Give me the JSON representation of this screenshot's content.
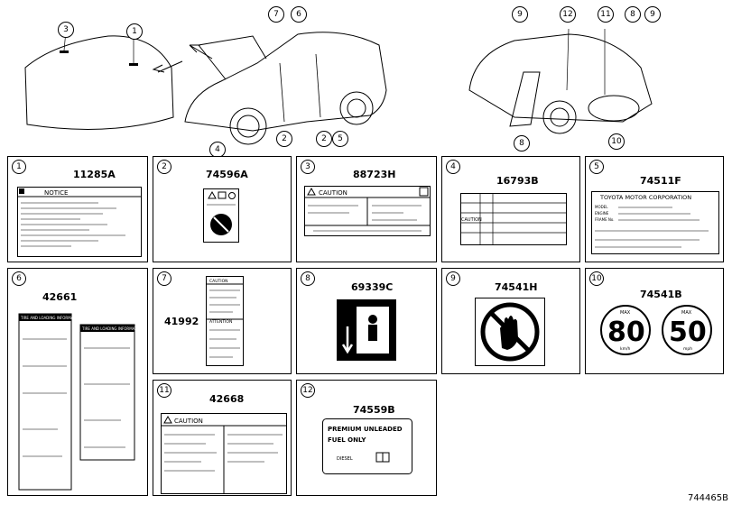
{
  "callouts": [
    "1",
    "2",
    "3",
    "4",
    "5",
    "6",
    "7",
    "8",
    "9",
    "10",
    "11",
    "12"
  ],
  "cells": [
    {
      "num": "1",
      "part": "11285A",
      "label_text": "NOTICE"
    },
    {
      "num": "2",
      "part": "74596A"
    },
    {
      "num": "3",
      "part": "88723H",
      "label_text": "CAUTION"
    },
    {
      "num": "4",
      "part": "16793B",
      "row_labels": [
        "CAUTION"
      ]
    },
    {
      "num": "5",
      "part": "74511F",
      "label_text": "TOYOTA MOTOR CORPORATION",
      "row_labels": [
        "MODEL",
        "ENGINE",
        "FRAME No."
      ]
    },
    {
      "num": "6",
      "part": "42661",
      "label_text": "TIRE AND LOADING INFORMATION"
    },
    {
      "num": "7",
      "part": "41992",
      "label_text": "CAUTION",
      "label_text2": "ATTENTION"
    },
    {
      "num": "8",
      "part": "69339C"
    },
    {
      "num": "9",
      "part": "74541H"
    },
    {
      "num": "10",
      "part": "74541B",
      "speed_left": "80",
      "speed_right": "50",
      "max": "MAX",
      "unit_left": "km/h",
      "unit_right": "mph"
    },
    {
      "num": "11",
      "part": "42668",
      "label_text": "CAUTION"
    },
    {
      "num": "12",
      "part": "74559B",
      "line1": "PREMIUM  UNLEADED",
      "line2": "FUEL ONLY",
      "line3": "DIESEL"
    }
  ],
  "footer_code": "744465B"
}
